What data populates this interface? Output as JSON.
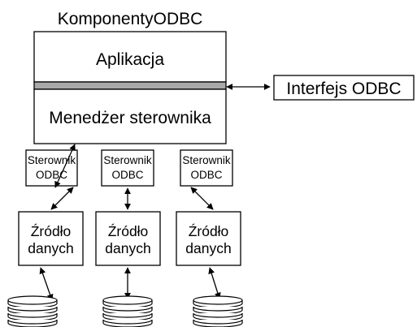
{
  "diagram": {
    "title": "KomponentyODBC",
    "application": "Aplikacja",
    "driver_manager": "Menedżer sterownika",
    "interface": "Interfejs ODBC",
    "columns": [
      {
        "driver_line1": "Sterownik",
        "driver_line2": "ODBC",
        "source_line1": "Źródło",
        "source_line2": "danych"
      },
      {
        "driver_line1": "Sterownik",
        "driver_line2": "ODBC",
        "source_line1": "Źródło",
        "source_line2": "danych"
      },
      {
        "driver_line1": "Sterownik",
        "driver_line2": "ODBC",
        "source_line1": "Źródło",
        "source_line2": "danych"
      }
    ]
  }
}
